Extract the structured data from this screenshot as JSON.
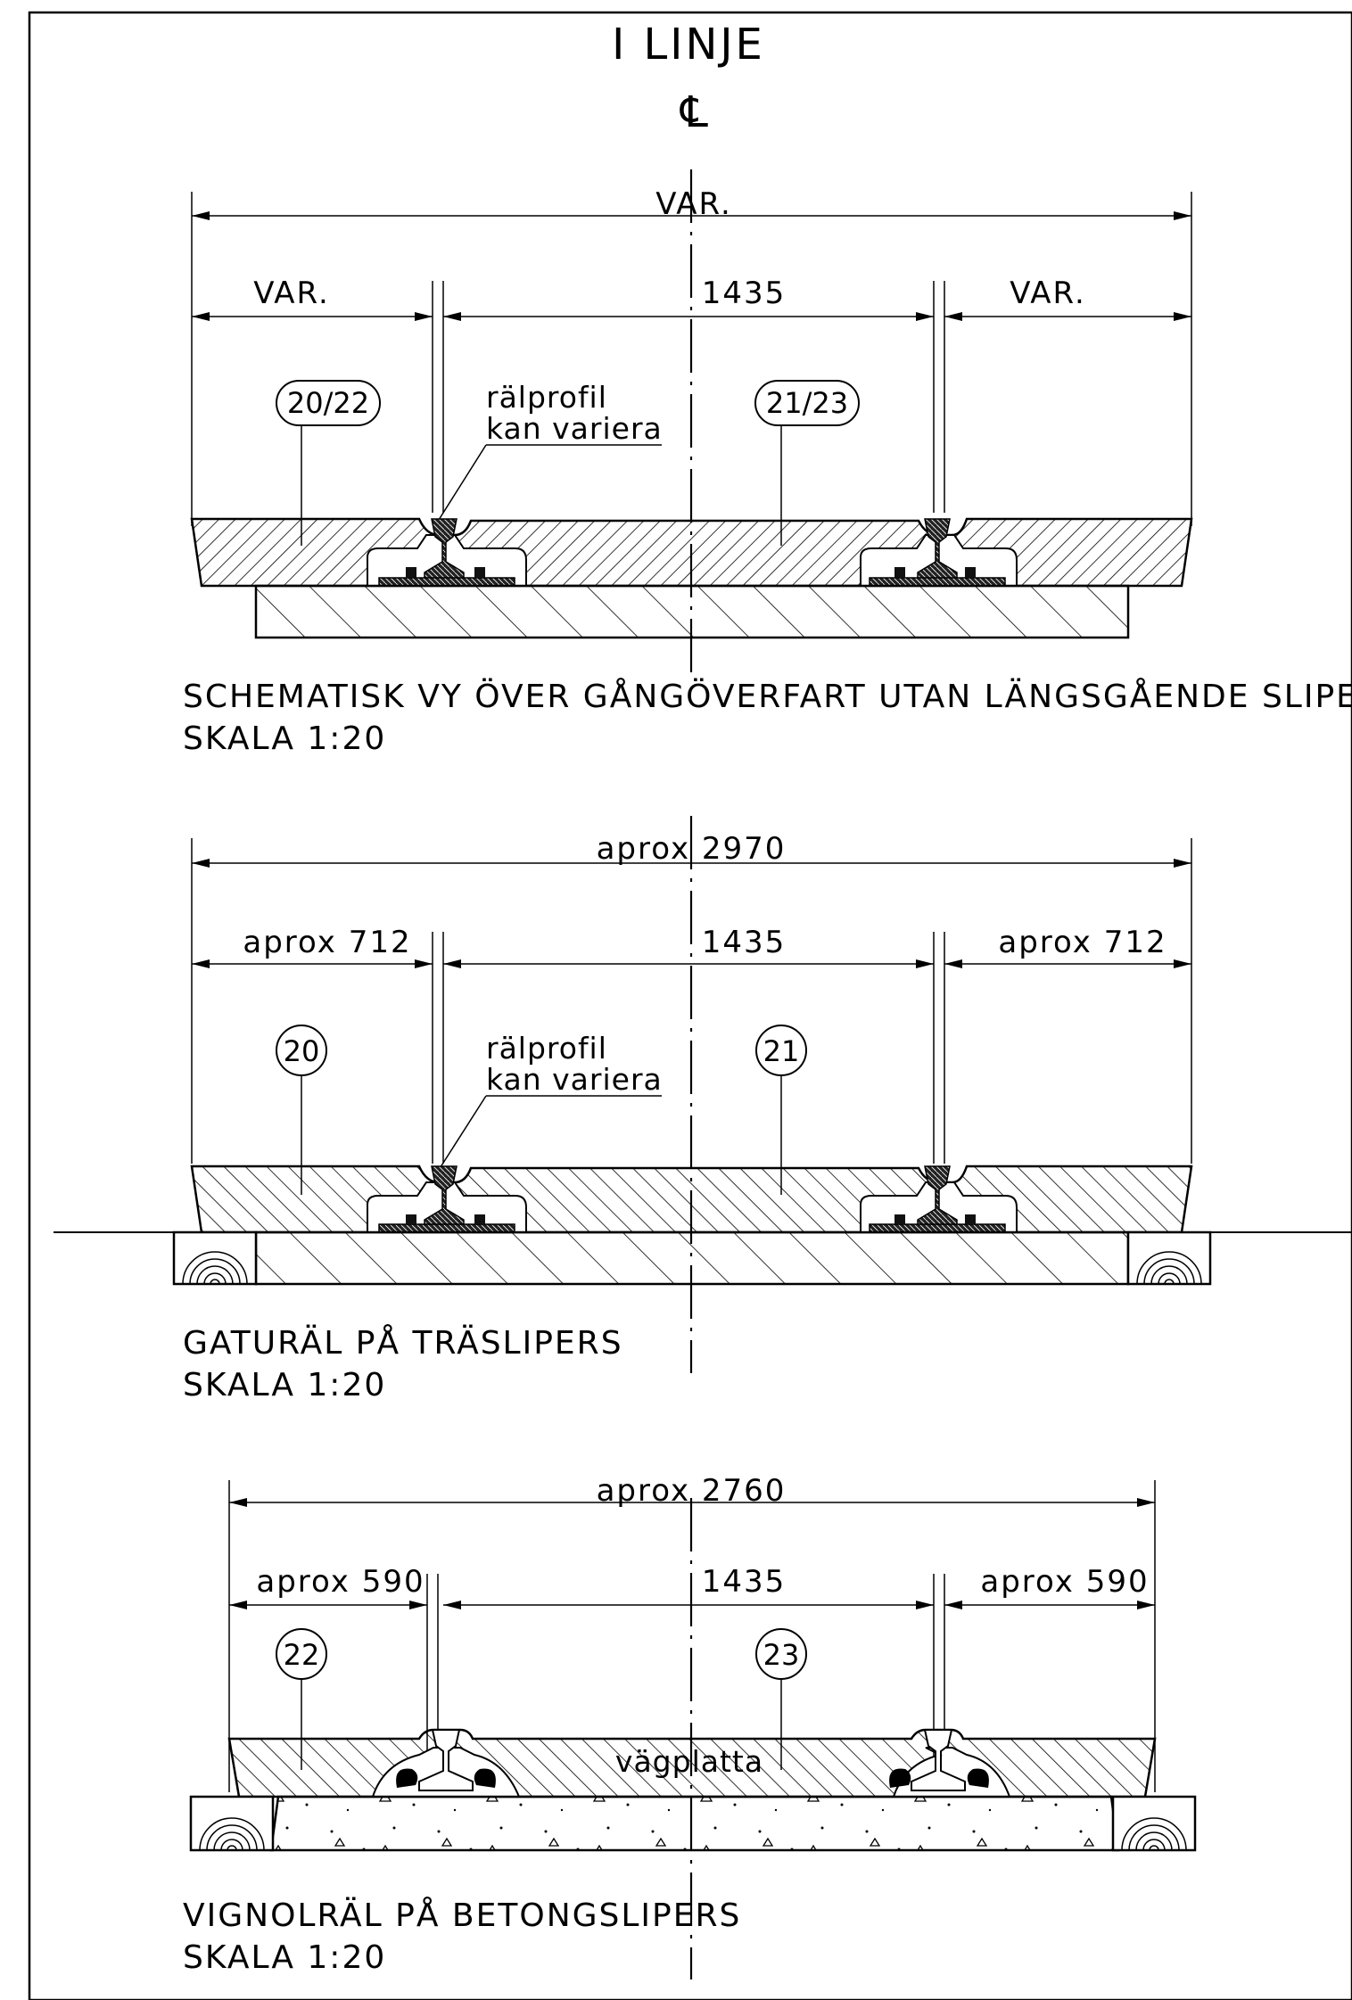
{
  "header": {
    "title": "I LINJE",
    "centerline_symbol": "℄"
  },
  "sections": [
    {
      "id": "schematic",
      "total_dim": "VAR.",
      "left_dim": "VAR.",
      "gauge_dim": "1435",
      "right_dim": "VAR.",
      "tag_left": "20/22",
      "tag_right": "21/23",
      "note_line1": "rälprofil",
      "note_line2": "kan variera",
      "title": "SCHEMATISK VY ÖVER GÅNGÖVERFART UTAN LÄNGSGÅENDE SLIPERS",
      "scale": "SKALA 1:20"
    },
    {
      "id": "traslipers",
      "total_dim": "aprox 2970",
      "left_dim": "aprox 712",
      "gauge_dim": "1435",
      "right_dim": "aprox 712",
      "tag_left": "20",
      "tag_right": "21",
      "note_line1": "rälprofil",
      "note_line2": "kan variera",
      "title": "GATURÄL PÅ TRÄSLIPERS",
      "scale": "SKALA 1:20"
    },
    {
      "id": "betongslipers",
      "total_dim": "aprox 2760",
      "left_dim": "aprox 590",
      "gauge_dim": "1435",
      "right_dim": "aprox 590",
      "tag_left": "22",
      "tag_right": "23",
      "slab_label": "vägplatta",
      "title": "VIGNOLRÄL PÅ BETONGSLIPERS",
      "scale": "SKALA 1:20"
    }
  ]
}
